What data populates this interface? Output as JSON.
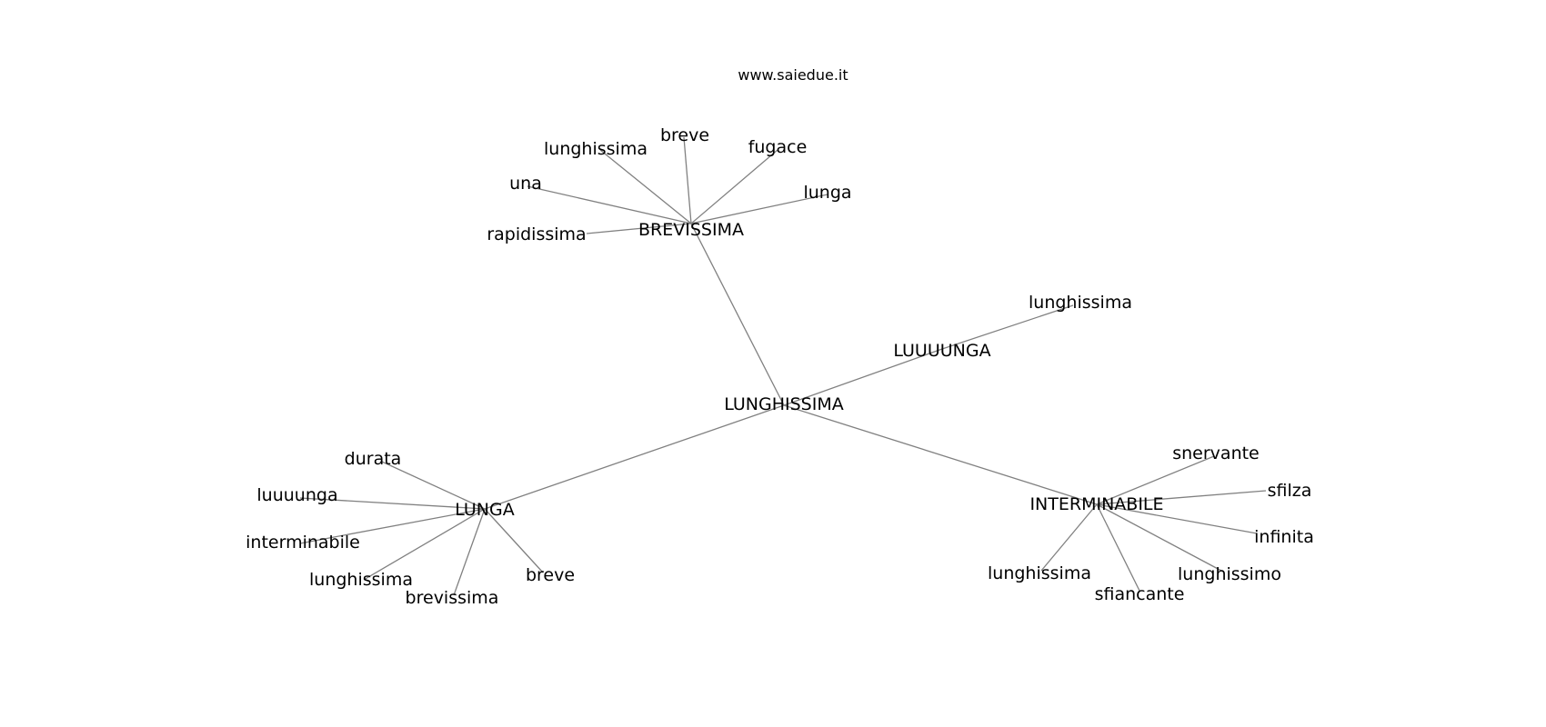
{
  "watermark": "www.saiedue.it",
  "graph": {
    "center": "LUNGHISSIMA",
    "hubs": [
      {
        "id": "brevissima",
        "label": "BREVISSIMA",
        "leaves": [
          "lunghissima",
          "breve",
          "fugace",
          "una",
          "lunga",
          "rapidissima"
        ]
      },
      {
        "id": "luuuunga",
        "label": "LUUUUNGA",
        "leaves": [
          "lunghissima"
        ]
      },
      {
        "id": "lunga",
        "label": "LUNGA",
        "leaves": [
          "durata",
          "luuuunga",
          "interminabile",
          "lunghissima",
          "brevissima",
          "breve"
        ]
      },
      {
        "id": "interminabile",
        "label": "INTERMINABILE",
        "leaves": [
          "snervante",
          "sfilza",
          "infinita",
          "lunghissimo",
          "lunghissima",
          "sfiancante"
        ]
      }
    ]
  }
}
